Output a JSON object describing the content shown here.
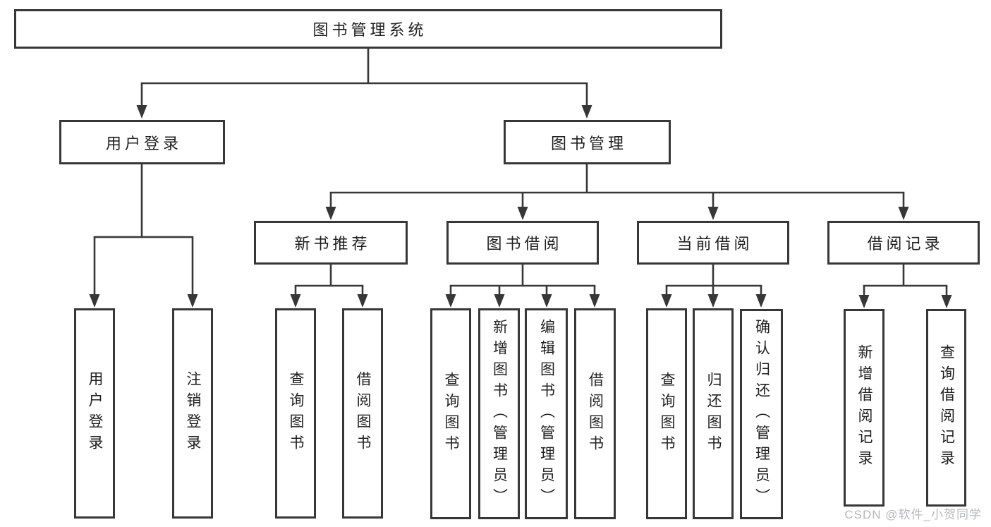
{
  "diagram": {
    "root": {
      "label": "图书管理系统"
    },
    "level1": [
      {
        "label": "用户登录"
      },
      {
        "label": "图书管理"
      }
    ],
    "level2": [
      {
        "label": "新书推荐"
      },
      {
        "label": "图书借阅"
      },
      {
        "label": "当前借阅"
      },
      {
        "label": "借阅记录"
      }
    ],
    "leaves": [
      {
        "label": "用户登录"
      },
      {
        "label": "注销登录"
      },
      {
        "label": "查询图书"
      },
      {
        "label": "借阅图书"
      },
      {
        "label": "查询图书"
      },
      {
        "label": "新增图书（管理员）"
      },
      {
        "label": "编辑图书（管理员）"
      },
      {
        "label": "借阅图书"
      },
      {
        "label": "查询图书"
      },
      {
        "label": "归还图书"
      },
      {
        "label": "确认归还（管理员）"
      },
      {
        "label": "新增借阅记录"
      },
      {
        "label": "查询借阅记录"
      }
    ]
  },
  "watermark": {
    "text": "CSDN @软件_小贺同学"
  },
  "colors": {
    "line": "#373737",
    "box_border": "#373737",
    "text": "#1f1f1f",
    "watermark": "#b5b9bf",
    "background": "#ffffff"
  }
}
